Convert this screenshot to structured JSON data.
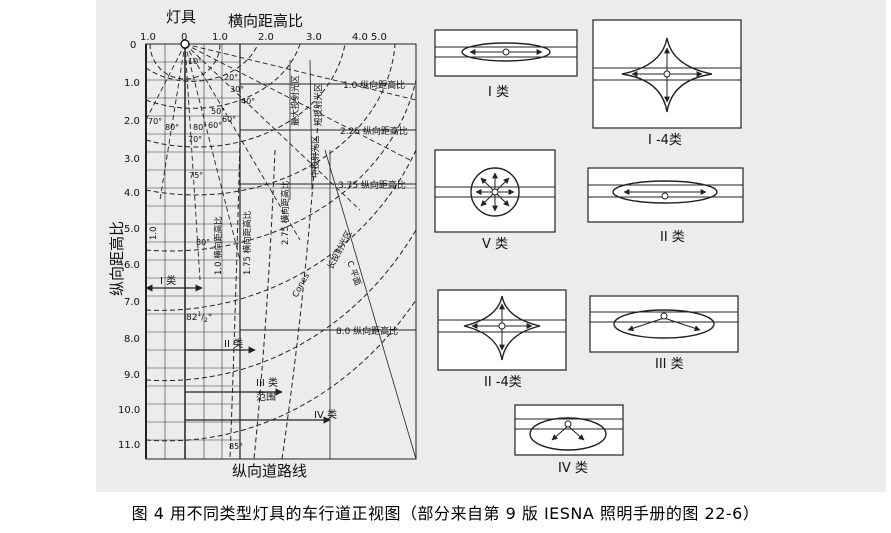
{
  "left_diagram": {
    "luminaire_label": "灯具",
    "top_axis_title": "横向距高比",
    "left_axis_title": "纵向距高比",
    "bottom_axis_title": "纵向道路线",
    "top_ticks": [
      "1.0",
      "0",
      "1.0",
      "2.0",
      "3.0",
      "4.0",
      "5.0"
    ],
    "left_ticks": [
      "0",
      "1.0",
      "2.0",
      "3.0",
      "4.0",
      "5.0",
      "6.0",
      "7.0",
      "8.0",
      "9.0",
      "10.0",
      "11.0"
    ],
    "right_labels": [
      "1.0 纵向距高比",
      "2.25 纵向距高比",
      "3.75 纵向距高比",
      "8.0 纵向距高比"
    ],
    "vertical_labels": [
      "1.0 横向距高比",
      "1.75 横向距高比",
      "2.75 横向距高比",
      "1.0"
    ],
    "zone_labels": [
      "最大投射光区",
      "短投射光区",
      "中投射光区",
      "长投射光区",
      "Cones",
      "C 平面"
    ],
    "angles": [
      "10°",
      "20°",
      "30°",
      "40°",
      "50°",
      "60°",
      "70°",
      "80°",
      "80°",
      "70°",
      "60°",
      "75°",
      "80°",
      "85°"
    ],
    "fraction": {
      "whole": "82",
      "num": "1",
      "den": "2",
      "deg": "°"
    },
    "type_labels": [
      "I 类",
      "II 类",
      "III 类",
      "范围",
      "IV 类"
    ]
  },
  "right_panels": {
    "labels": [
      "I 类",
      "I -4类",
      "V 类",
      "II 类",
      "II -4类",
      "III 类",
      "IV 类"
    ]
  },
  "caption": "图 4 用不同类型灯具的车行道正视图（部分来自第 9 版 IESNA 照明手册的图 22-6）"
}
